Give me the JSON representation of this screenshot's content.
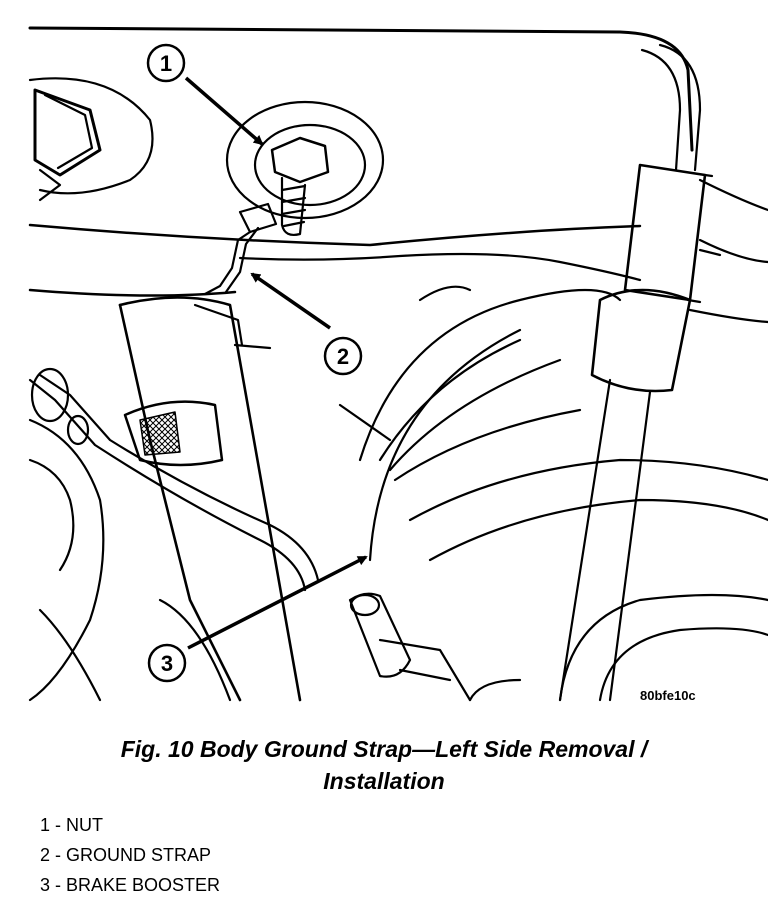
{
  "figure": {
    "callouts": [
      {
        "number": "1"
      },
      {
        "number": "2"
      },
      {
        "number": "3"
      }
    ],
    "code": "80bfe10c"
  },
  "caption": {
    "line1": "Fig. 10 Body Ground Strap—Left Side Removal /",
    "line2": "Installation"
  },
  "legend": [
    {
      "text": "1 - NUT"
    },
    {
      "text": "2 - GROUND STRAP"
    },
    {
      "text": "3 - BRAKE BOOSTER"
    }
  ]
}
